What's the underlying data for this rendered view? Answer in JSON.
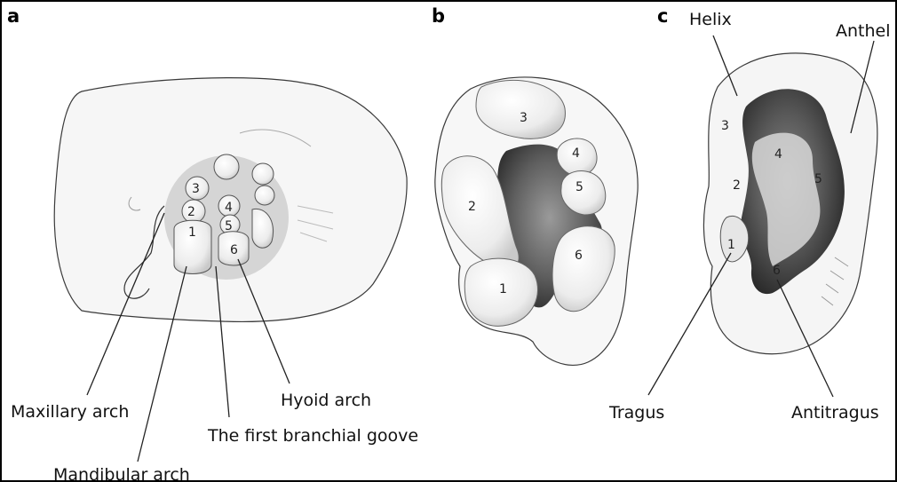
{
  "panels": [
    {
      "letter": "a",
      "numbers": [
        "3",
        "2",
        "1",
        "4",
        "5",
        "6"
      ]
    },
    {
      "letter": "b",
      "numbers": [
        "3",
        "2",
        "1",
        "4",
        "5",
        "6"
      ]
    },
    {
      "letter": "c",
      "numbers": [
        "3",
        "2",
        "1",
        "4",
        "5",
        "6"
      ]
    }
  ],
  "labels": {
    "maxillary_arch": "Maxillary arch",
    "mandibular_arch": "Mandibular arch",
    "first_branchial_groove": "The first branchial goove",
    "hyoid_arch": "Hyoid arch",
    "tragus": "Tragus",
    "antitragus": "Antitragus",
    "helix": "Helix",
    "anthelix": "Anthel"
  }
}
